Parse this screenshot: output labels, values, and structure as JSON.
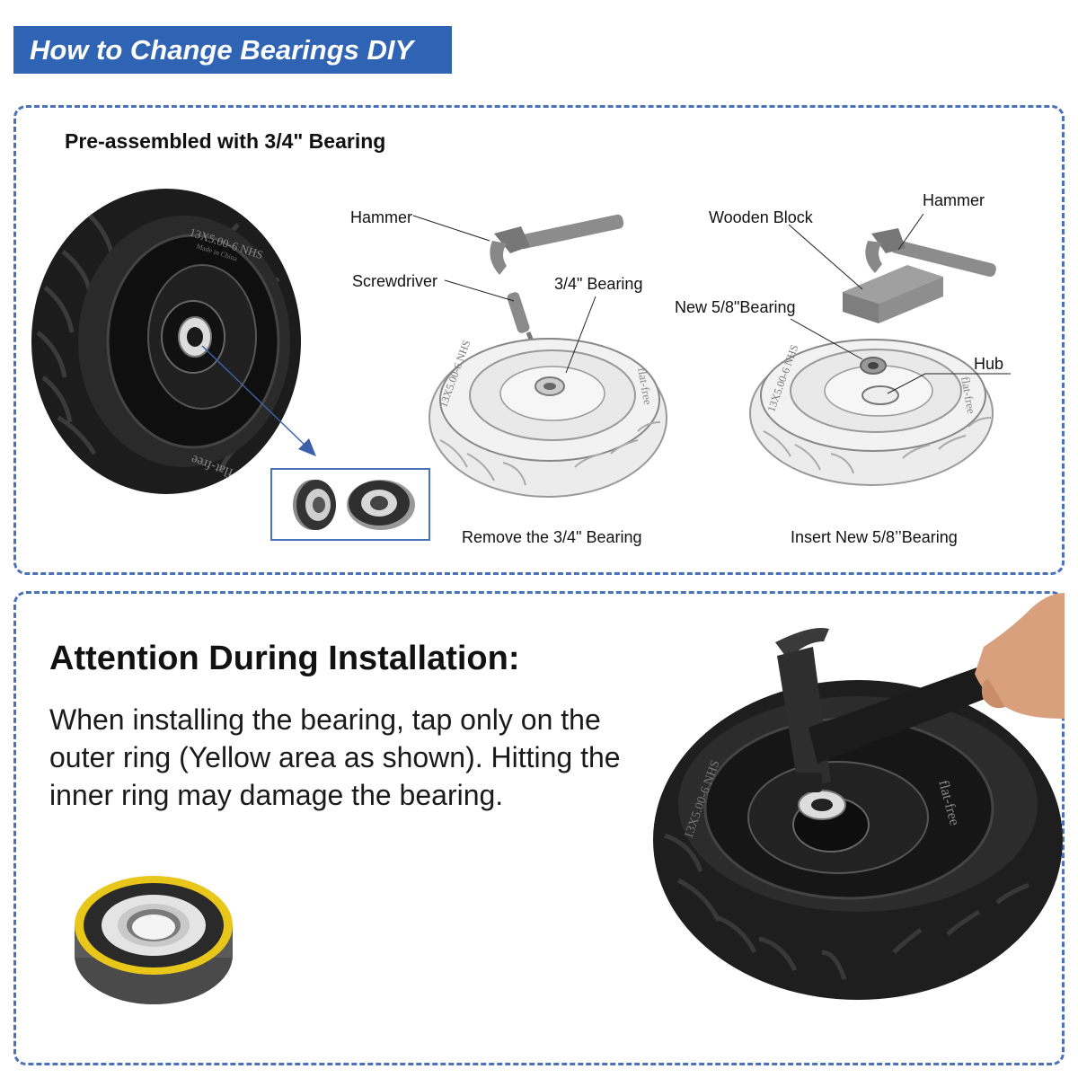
{
  "header": {
    "title": "How to Change Bearings DIY"
  },
  "top_panel": {
    "subtitle": "Pre-assembled with 3/4\" Bearing",
    "tire_side_text": "13X5.00-6 NHS",
    "tire_made_in": "Made in China",
    "tire_brand": "flat-free",
    "step1": {
      "labels": {
        "hammer": "Hammer",
        "screwdriver": "Screwdriver",
        "bearing": "3/4\" Bearing"
      },
      "caption": "Remove the 3/4\" Bearing"
    },
    "step2": {
      "labels": {
        "wooden_block": "Wooden Block",
        "hammer": "Hammer",
        "new_bearing": "New 5/8\"Bearing",
        "hub": "Hub"
      },
      "caption": "Insert New 5/8’’Bearing"
    }
  },
  "bottom_panel": {
    "title": "Attention During Installation:",
    "body": "When installing the bearing, tap only on the outer ring (Yellow area as shown). Hitting the inner ring may damage the bearing.",
    "bearing_ring_color": "#e8c61a"
  },
  "colors": {
    "banner": "#2f63b3",
    "dashed_border": "#4a72b8",
    "tire_dark": "#1c1c1c",
    "sketch_gray": "#9a9a9a"
  }
}
